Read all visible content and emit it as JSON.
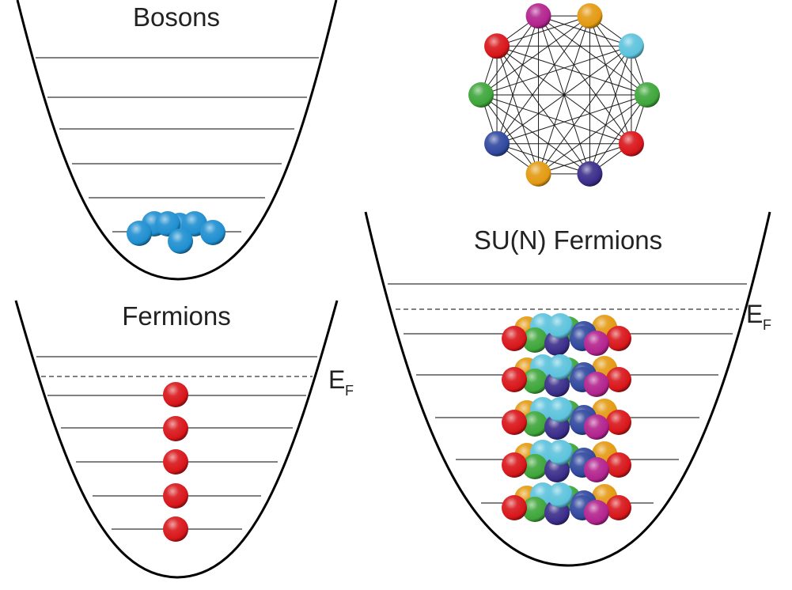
{
  "panels": {
    "bosons": {
      "title": "Bosons"
    },
    "fermions": {
      "title": "Fermions",
      "fermi_label": "E",
      "fermi_sub": "F"
    },
    "sun_fermions": {
      "title": "SU(N) Fermions",
      "fermi_label": "E",
      "fermi_sub": "F"
    }
  },
  "colors": {
    "boson": "#1f8fd0",
    "red": "#d8161a",
    "orange": "#e39a12",
    "green": "#3ea63a",
    "cyan": "#5dc3dc",
    "blue": "#30489e",
    "indigo": "#3a2d8a",
    "magenta": "#b2238e"
  },
  "su_n_ring_colors": [
    "magenta",
    "orange",
    "cyan",
    "green",
    "red",
    "indigo",
    "orange",
    "blue",
    "green",
    "red"
  ]
}
